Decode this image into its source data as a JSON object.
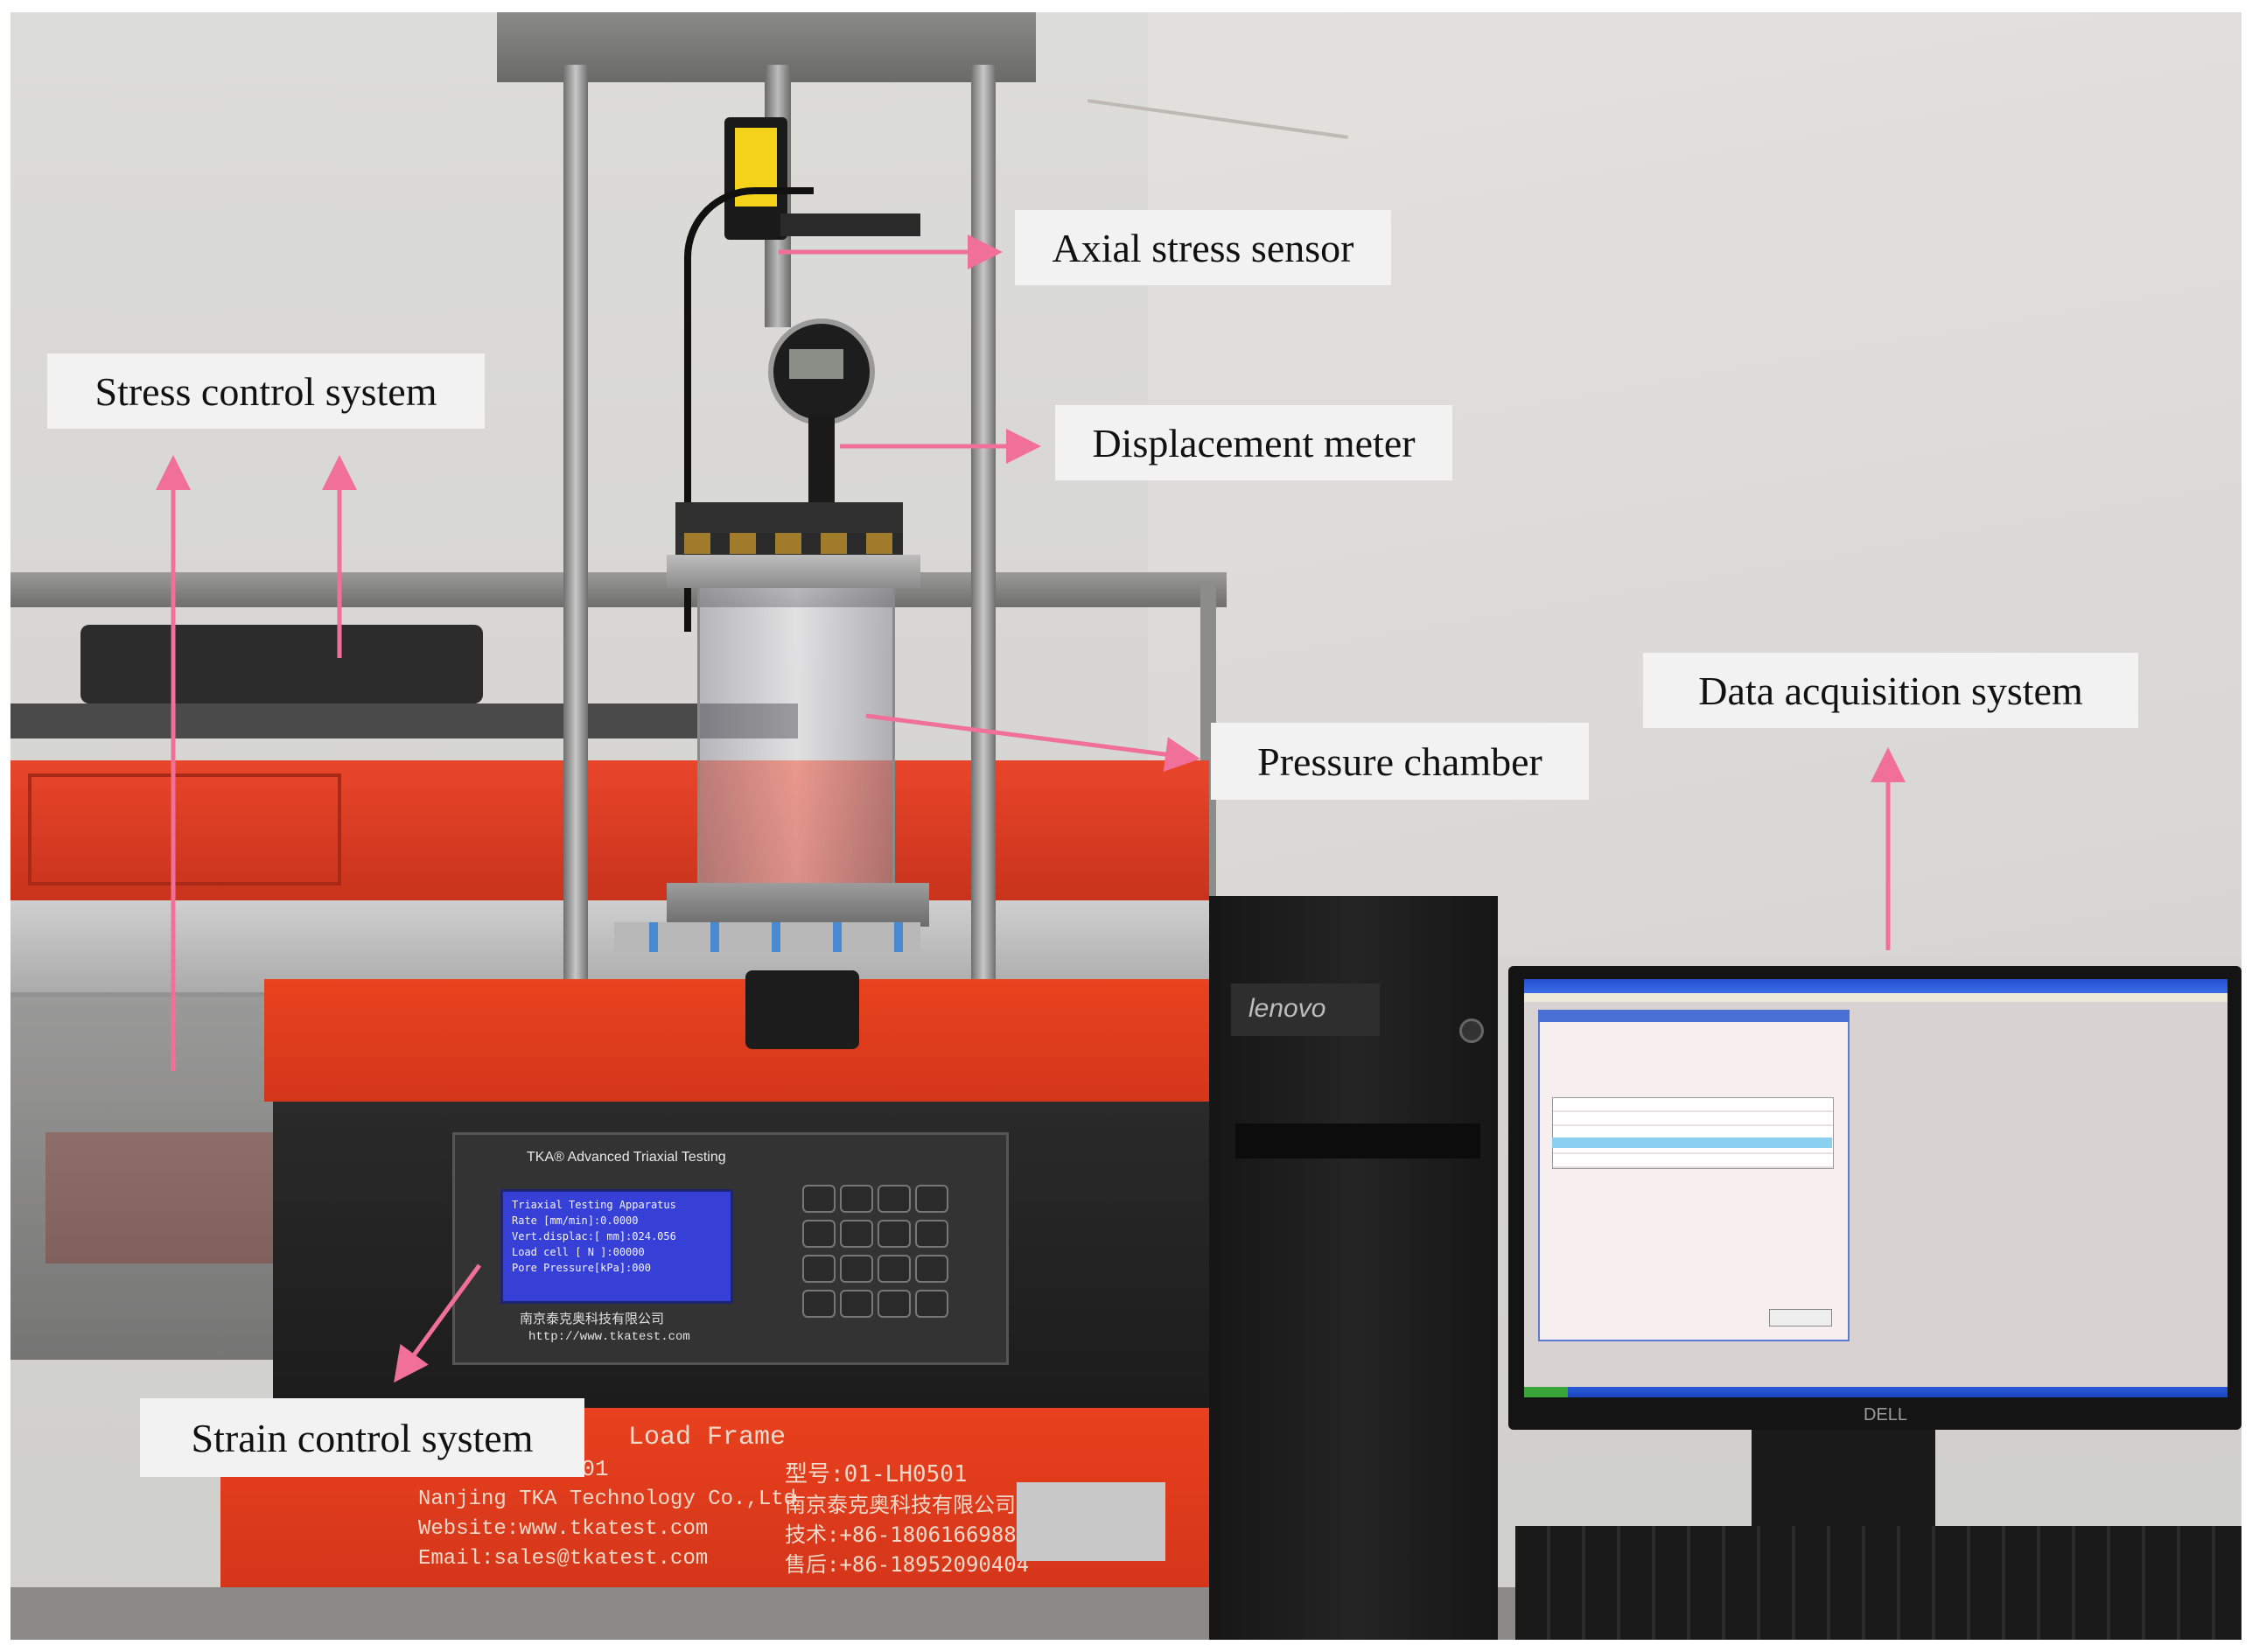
{
  "labels": {
    "axial_stress_sensor": "Axial stress sensor",
    "stress_control_system": "Stress control system",
    "displacement_meter": "Displacement meter",
    "pressure_chamber": "Pressure chamber",
    "data_acquisition_system": "Data acquisition system",
    "strain_control_system": "Strain control system"
  },
  "panel": {
    "brand": "TKA® Advanced Triaxial Testing",
    "lcd_title": "Triaxial Testing Apparatus",
    "lcd_rows": [
      "Rate [mm/min]:0.0000",
      "Vert.displac:[ mm]:024.056",
      "Load cell [ N ]:00000",
      "Pore Pressure[kPa]:000"
    ],
    "company_cn": "南京泰克奥科技有限公司",
    "url": "http://www.tkatest.com",
    "load_frame": "Load Frame",
    "model_serial": "LH0501",
    "model_cn": "型号:01-LH0501",
    "company_en": "Nanjing TKA Technology Co.,Ltd",
    "company_cn2": "南京泰克奥科技有限公司",
    "website": "Website:www.tkatest.com",
    "tech": "技术:+86-18061669888",
    "email": "Email:sales@tkatest.com",
    "sales": "售后:+86-18952090404"
  },
  "computer": {
    "pc_brand": "lenovo",
    "monitor_brand": "DELL"
  },
  "colors": {
    "arrow": "#f0709a",
    "machine_red": "#e8381f",
    "lcd_blue": "#3740d6"
  }
}
